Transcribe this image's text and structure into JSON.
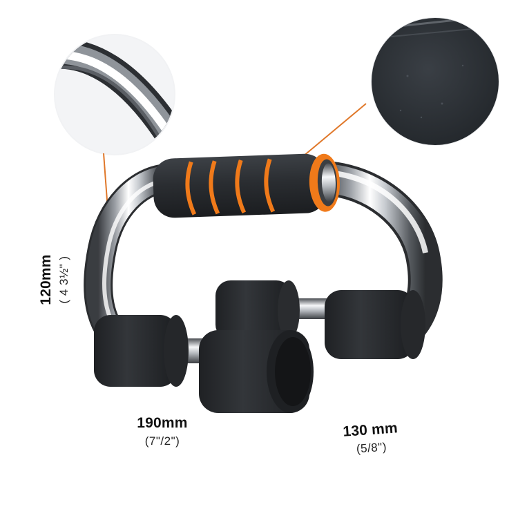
{
  "product": {
    "icon": "push-up-bar-handle",
    "colors": {
      "foam": "#2a2d31",
      "accent": "#f07a1a",
      "chrome_light": "#f4f5f7",
      "chrome_dark": "#2b2d30",
      "callout_line": "#e0782a"
    }
  },
  "callouts": {
    "chrome_detail_icon": "chrome-tube-closeup",
    "foam_detail_icon": "foam-texture-closeup"
  },
  "dimensions": {
    "height": {
      "value": "120mm",
      "sub": "( 4 3½\" )"
    },
    "width": {
      "value": "190mm",
      "sub": "(7\"/2\")"
    },
    "depth": {
      "value": "130 mm",
      "sub": "(5/8\")"
    }
  }
}
